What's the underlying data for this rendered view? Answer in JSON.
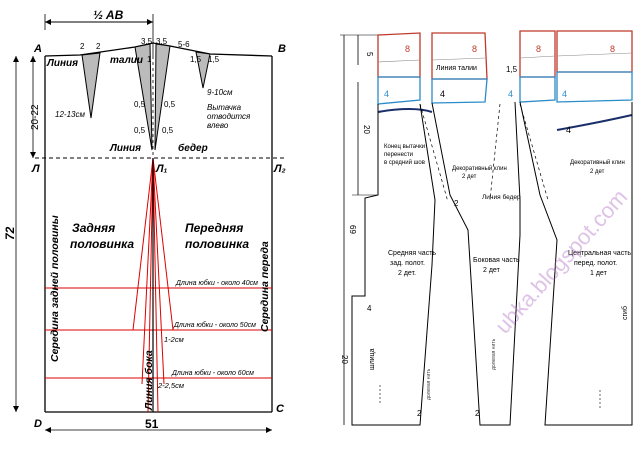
{
  "left": {
    "half_ab": "½ AB",
    "points": {
      "A": "A",
      "B": "B",
      "L": "Л",
      "L1": "Л₁",
      "L2": "Л₂",
      "D": "D",
      "C": "C"
    },
    "top_numbers": {
      "n2a": "2",
      "n2b": "2",
      "n35a": "3,5",
      "n35b": "3,5",
      "n56": "5-6",
      "n15a": "1,5",
      "n15b": "1,5",
      "n1": "1"
    },
    "waist_label_1": "Линия",
    "waist_label_2": "талии",
    "hip_label_1": "Линия",
    "hip_label_2": "бедер",
    "dim_2022": "20-22",
    "dim_72": "72",
    "dim_51": "51",
    "dart_back_len": "12-13см",
    "dart_front_len": "9-10см",
    "dart_note_1": "Вытачка",
    "dart_note_2": "отводится",
    "dart_note_3": "влево",
    "half05": {
      "a": "0,5",
      "b": "0,5",
      "c": "0,5",
      "d": "0,5"
    },
    "back_title_1": "Задняя",
    "back_title_2": "половинка",
    "front_title_1": "Передняя",
    "front_title_2": "половинка",
    "back_mid": "Середина задней половины",
    "front_mid": "Середина переда",
    "side_line": "Линия бока",
    "len40": "Длина юбки - около 40см",
    "len50": "Длина юбки - около 50см",
    "len60": "Длина юбки - около 60см",
    "flare1": "1-2см",
    "flare2": "2-2,5см"
  },
  "right": {
    "d5": "5",
    "d20": "20",
    "d69": "69",
    "d20b": "20",
    "n8a": "8",
    "n8b": "8",
    "n8c": "8",
    "n8d": "8",
    "n4a": "4",
    "n4b": "4",
    "n4c": "4",
    "n4d": "4",
    "n4e": "4",
    "n4f": "4",
    "n15": "1,5",
    "n2a": "2",
    "n2b": "2",
    "n2c": "2",
    "waist": "Линия талии",
    "hip": "Линия бедер",
    "dart_note_1": "Конец вытачки",
    "dart_note_2": "перенести",
    "dart_note_3": "в средний шов",
    "deco_1a": "Декоративный клин",
    "deco_1b": "2 дет",
    "deco_2a": "Декоративный клин",
    "deco_2b": "2 дет",
    "mid_back_1": "Средняя часть",
    "mid_back_2": "зад. полот.",
    "mid_back_3": "2 дет.",
    "side_part_1": "Боковая часть",
    "side_part_2": "2 дет",
    "central_1": "Центральная часть",
    "central_2": "перед. полот.",
    "central_3": "1 дет",
    "slit": "шлица",
    "fold": "сгиб",
    "grain_1": "долевая нить",
    "grain_2": "долевая нить",
    "watermark": "ubka.blogspot.com"
  }
}
